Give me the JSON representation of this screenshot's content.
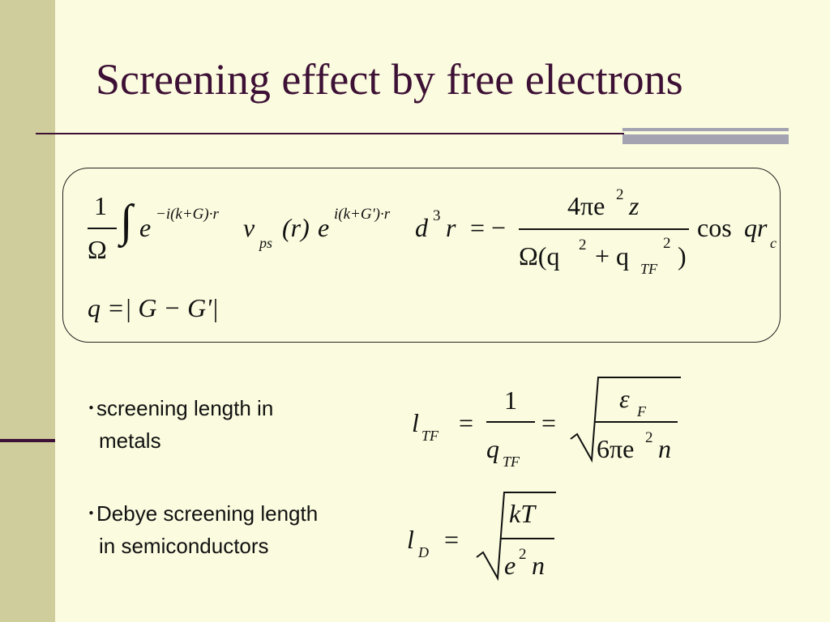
{
  "slide": {
    "title": "Screening effect by free electrons",
    "equation_main": {
      "frac_numerator": "1",
      "frac_denominator": "Ω",
      "integral_sign": "∫",
      "e1": "e",
      "exp1": "−i(k+G)·r",
      "v": "v",
      "v_sub": "ps",
      "r_arg": "(r)",
      "e2": "e",
      "exp2": "i(k+G')·r",
      "d": "d",
      "d_sup": "3",
      "r_var": "r",
      "equals_minus": "= −",
      "rhs_numerator": "4πe",
      "rhs_num_sup": "2",
      "rhs_num_z": "z",
      "rhs_denominator_open": "Ω(q",
      "rhs_den_sup": "2",
      "rhs_den_plus": "+ q",
      "rhs_den_sub": "TF",
      "rhs_den_sup2": "2",
      "rhs_den_close": ")",
      "cos": "cos",
      "qr": "qr",
      "qr_sub": "c"
    },
    "equation_q": "q =| G − G'|",
    "bullet1": {
      "marker": "･",
      "line1": "screening length in",
      "line2": "metals"
    },
    "equation_tf": {
      "l": "l",
      "l_sub": "TF",
      "eq1": "=",
      "num1": "1",
      "den1": "q",
      "den1_sub": "TF",
      "eq2": "=",
      "num2": "ε",
      "num2_sub": "F",
      "den2": "6πe",
      "den2_sup": "2",
      "den2_n": "n"
    },
    "bullet2": {
      "marker": "･",
      "line1": "Debye screening length",
      "line2": "in semiconductors"
    },
    "equation_d": {
      "l": "l",
      "l_sub": "D",
      "eq": "=",
      "num": "kT",
      "den": "e",
      "den_sup": "2",
      "den_n": "n"
    }
  },
  "colors": {
    "background": "#fbfbdf",
    "sidebar": "#cfcd9c",
    "title": "#3d1035",
    "accent": "#a3a3b2"
  }
}
